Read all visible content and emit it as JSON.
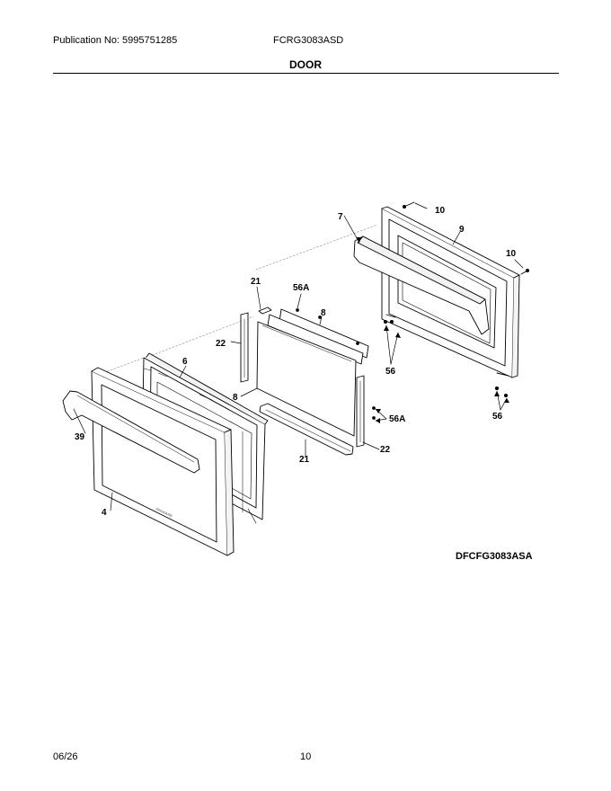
{
  "header": {
    "publication": "Publication No: 5995751285",
    "model": "FCRG3083ASD",
    "section": "DOOR"
  },
  "diagram": {
    "reference_code": "DFCFG3083ASA",
    "callouts": {
      "c10a": "10",
      "c9": "9",
      "c7": "7",
      "c10b": "10",
      "c21a": "21",
      "c56Aa": "56A",
      "c8a": "8",
      "c22a": "22",
      "c6": "6",
      "c56a": "56",
      "c8b": "8",
      "c56b": "56",
      "c56Ab": "56A",
      "c39": "39",
      "c22b": "22",
      "c21b": "21",
      "c4": "4"
    },
    "logo_text": "FRIGIDAIRE"
  },
  "footer": {
    "date": "06/26",
    "page": "10"
  }
}
